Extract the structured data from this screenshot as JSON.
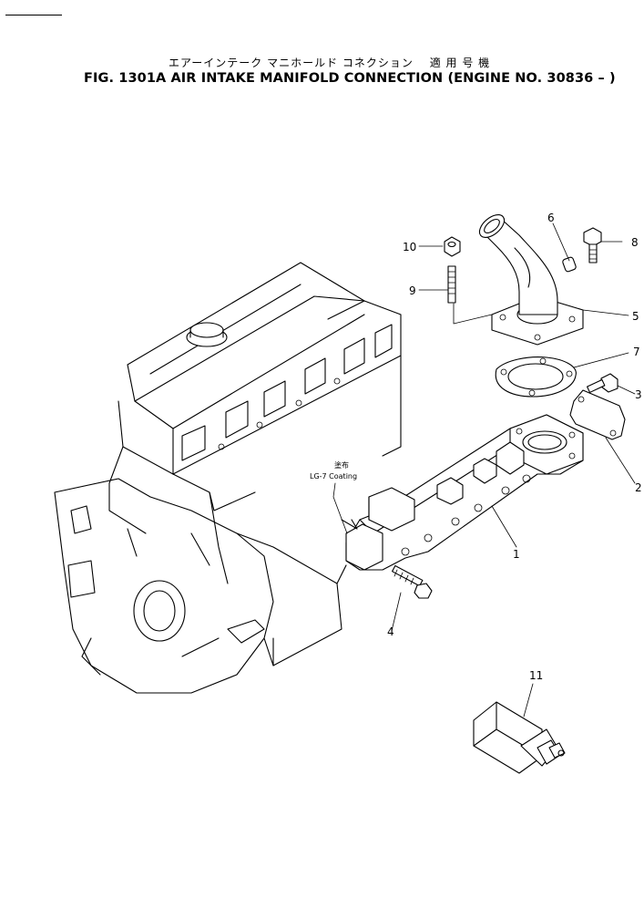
{
  "figure": {
    "title_jp": "エアーインテーク マニホールド コネクション　 適 用 号 機",
    "title_en": "FIG. 1301A AIR INTAKE MANIFOLD CONNECTION (ENGINE NO. 30836 – )"
  },
  "callouts": {
    "c1": "1",
    "c2": "2",
    "c3": "3",
    "c4": "4",
    "c5": "5",
    "c6": "6",
    "c7": "7",
    "c8": "8",
    "c9": "9",
    "c10": "10",
    "c11": "11"
  },
  "notes": {
    "coating_jp": "塗布",
    "coating": "LG-7 Coating"
  }
}
